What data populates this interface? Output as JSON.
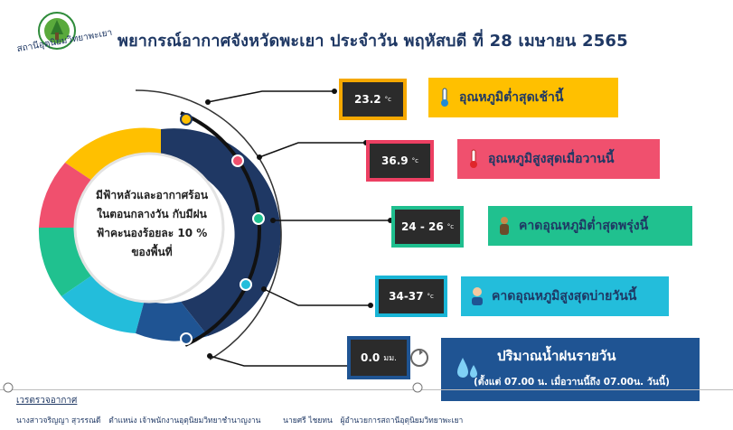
{
  "header": {
    "title": "พยากรณ์อากาศจังหวัดพะเยา ประจำวัน พฤหัสบดี ที่  28  เมษายน 2565",
    "logo_text": "สถานีอุตุนิยมวิทยาพะเยา"
  },
  "center": {
    "text": "มีฟ้าหลัวและอากาศร้อนในตอนกลางวัน กับมีฝนฟ้าคะนองร้อยละ 10 % ของพื้นที่"
  },
  "items": [
    {
      "value": "23.2",
      "unit": "°c",
      "label": "อุณหภูมิต่ำสุดเช้านี้",
      "icon": "thermometer-cold-icon",
      "value_color": "#f5a800",
      "label_color": "#ffc000"
    },
    {
      "value": "36.9",
      "unit": "°c",
      "label": "อุณหภูมิสูงสุดเมื่อวานนี้",
      "icon": "thermometer-hot-icon",
      "value_color": "#ec3f62",
      "label_color": "#f0506e"
    },
    {
      "value": "24 - 26",
      "unit": "°c",
      "label": "คาดอุณหภูมิต่ำสุดพรุ่งนี้",
      "icon": "person-cold-icon",
      "value_color": "#1fbf8f",
      "label_color": "#20c18f"
    },
    {
      "value": "34-37",
      "unit": "°c",
      "label": "คาดอุณหภูมิสูงสุดบ่ายวันนี้",
      "icon": "person-hot-icon",
      "value_color": "#19b5d6",
      "label_color": "#23bddb"
    },
    {
      "value": "0.0",
      "unit": "มม.",
      "label": "ปริมาณน้ำฝนรายวัน",
      "sublabel": "(ตั้งแต่ 07.00 น. เมื่อวานนี้ถึง  07.00น. วันนี้)",
      "icon": "rain-drops-icon",
      "value_color": "#1f5493",
      "label_color": "#1f5493"
    }
  ],
  "footer": {
    "heading": "เวรตรวจอากาศ",
    "person1": "นางสาวจริญญา  สุวรรณดี",
    "position1": "ตำแหน่ง เจ้าพนักงานอุตุนิยมวิทยาชำนาญงาน",
    "person2": "นายศรี  ไชยทน",
    "position2": "ผู้อำนวยการสถานีอุตุนิยมวิทยาพะเยา"
  },
  "colors": {
    "navy": "#1f3864",
    "yellow": "#ffc000",
    "pink": "#f0506e",
    "green": "#20c18f",
    "cyan": "#23bddb",
    "darkblue": "#1f5493"
  }
}
